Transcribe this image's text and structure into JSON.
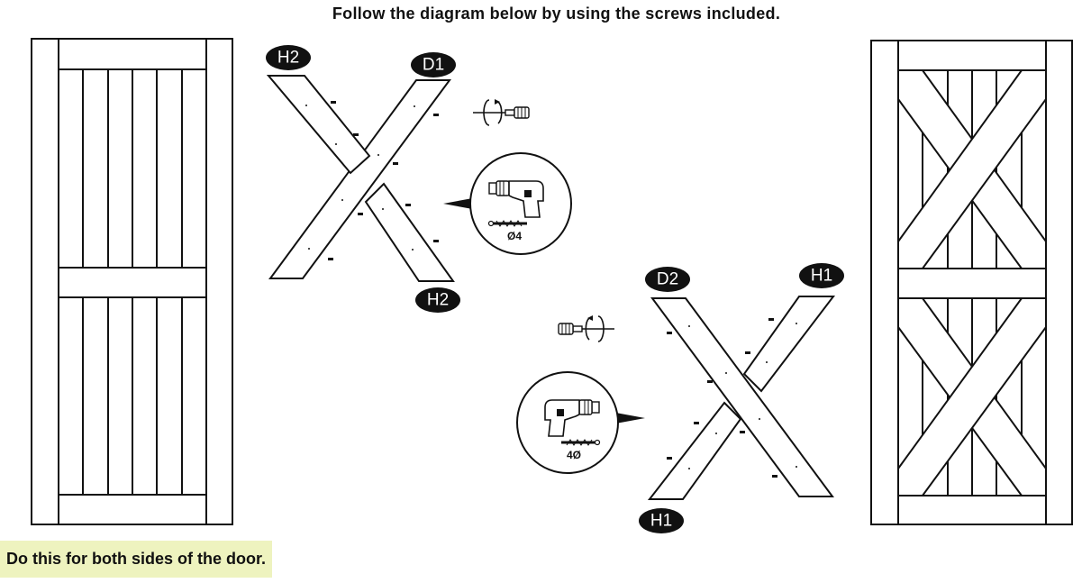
{
  "title": "Follow the diagram below by using the screws included.",
  "note": "Do this for both sides of the door.",
  "colors": {
    "ink": "#111111",
    "note_highlight": "#eef3bf",
    "badge_fill": "#111111",
    "badge_text": "#ffffff"
  },
  "labels": {
    "x_top_left": "H2",
    "x_top_right": "D1",
    "x_bottom": "H2",
    "x2_top_left": "D2",
    "x2_top_right": "H1",
    "x2_bottom": "H1"
  },
  "drill_bits": {
    "first": "Ø4",
    "second": "4Ø"
  },
  "icons": {
    "screwdriver": "screwdriver-icon",
    "drill": "drill-icon"
  }
}
